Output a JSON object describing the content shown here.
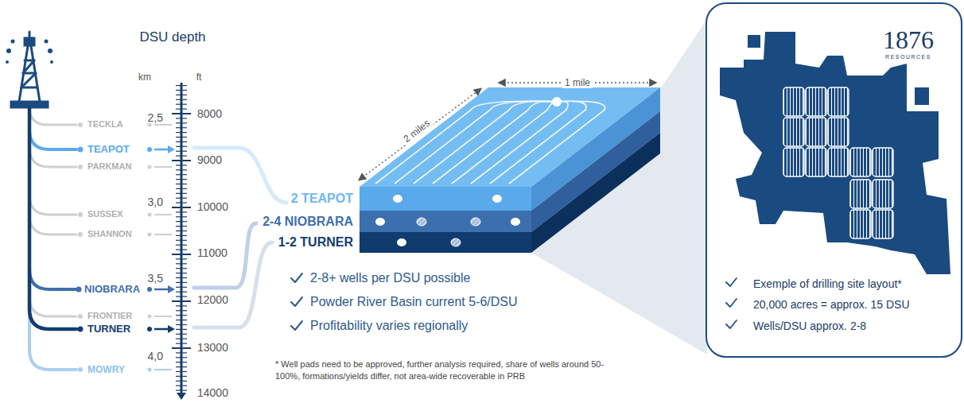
{
  "diagram": {
    "nodes": [
      {
        "text": [
          "2 TEAPOT"
        ]
      },
      {
        "text": [
          "2-4 NIOBRARA"
        ]
      },
      {
        "text": [
          "1-2 TURNER"
        ]
      },
      {
        "text": [
          "1876",
          "RESOURCES",
          "Exemple of drilling site layout*",
          "20,000 acres = approx. 15 DSU",
          "Wells/DSU approx. 2-8"
        ]
      }
    ],
    "labels": [
      "DSU depth",
      "km",
      "ft",
      "2,5",
      "8000",
      "TECKLA",
      "TEAPOT",
      "9000",
      "PARKMAN",
      "3,0",
      "10000",
      "SUSSEX",
      "SHANNON",
      "11000",
      "3,5",
      "NIOBRARA",
      "12000",
      "FRONTIER",
      "TURNER",
      "13000",
      "4,0",
      "MOWRY",
      "14000",
      "1 mile",
      "2 miles",
      "2-8+ wells per DSU possible",
      "Powder River Basin current 5-6/DSU",
      "Profitability varies regionally",
      "* Well pads need to be approved, further analysis required, share of wells around 50-100%, formations/yields differ, not area-wide recoverable in PRB"
    ]
  }
}
